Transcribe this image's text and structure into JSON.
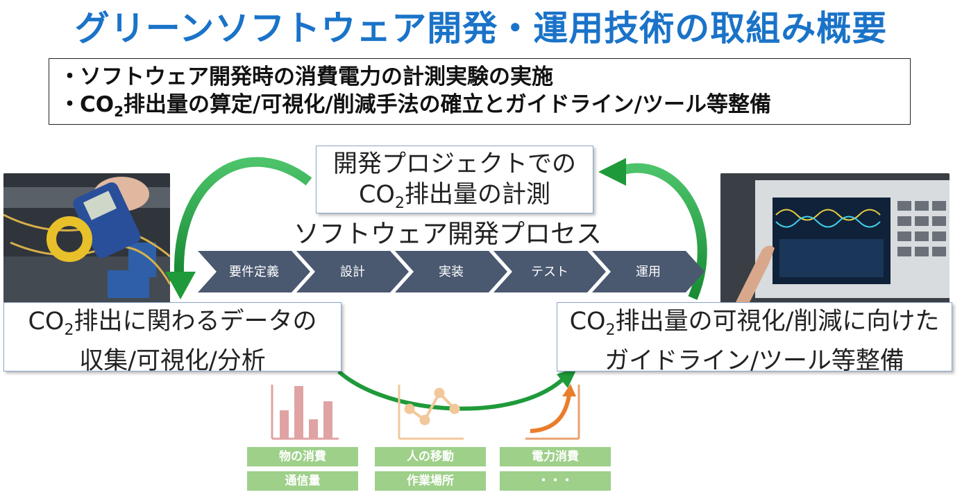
{
  "title": "グリーンソフトウェア開発・運用技術の取組み概要",
  "summary": {
    "bullet": "・",
    "line1": "ソフトウェア開発時の消費電力の計測実験の実施",
    "line2_pre": "CO",
    "line2_sub": "2",
    "line2_post": "排出量の算定/可視化/削減手法の確立とガイドライン/ツール等整備"
  },
  "top_box": {
    "line1": "開発プロジェクトでの",
    "line2_pre": "CO",
    "line2_sub": "2",
    "line2_post": "排出量の計測"
  },
  "process": {
    "label": "ソフトウェア開発プロセス",
    "steps": [
      "要件定義",
      "設計",
      "実装",
      "テスト",
      "運用"
    ]
  },
  "left_box": {
    "line1_pre": "CO",
    "line1_sub": "2",
    "line1_post": "排出に関わるデータの",
    "line2": "収集/可視化/分析"
  },
  "right_box": {
    "line1_pre": "CO",
    "line1_sub": "2",
    "line1_post": "排出量の可視化/削減に向けた",
    "line2": "ガイドライン/ツール等整備"
  },
  "data_tags": {
    "col1": [
      "物の消費",
      "通信量"
    ],
    "col2": [
      "人の移動",
      "作業場所"
    ],
    "col3": [
      "電力消費",
      "・・・"
    ]
  },
  "colors": {
    "title": "#1a73c8",
    "process_arrow": "#4a5870",
    "cycle_arrow": "#1f9a3a",
    "tag_bg": "#9ed08a",
    "bar_icon": "#e0a3a3",
    "line_icon": "#f2c89a",
    "curve_icon": "#ea7d2a"
  }
}
